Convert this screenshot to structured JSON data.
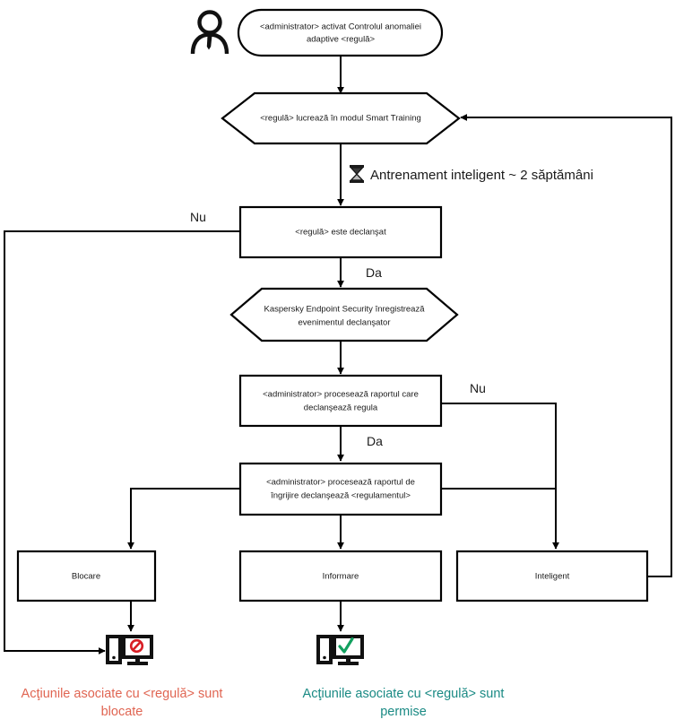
{
  "diagram": {
    "title": "Adaptive Anomaly Control rule lifecycle flowchart",
    "language": "ro",
    "colors": {
      "stroke": "#000000",
      "node_fill": "#ffffff",
      "text": "#1a1a1a",
      "blocked_caption": "#e06552",
      "allowed_caption": "#1a8a84",
      "deny_mark": "#d81f26",
      "check_mark": "#12a05f"
    },
    "actor": {
      "name": "administrator-actor",
      "icon": "person-icon"
    },
    "nodes": [
      {
        "id": "start",
        "shape": "rounded",
        "line1": "<administrator> activat Controlul anomaliei",
        "line2": "adaptive <regulă>"
      },
      {
        "id": "smart-training",
        "shape": "hexagon",
        "line1": "<regulă> lucrează în modul Smart Training",
        "line2": ""
      },
      {
        "id": "rule-triggered",
        "shape": "rect",
        "line1": "<regulă> este declanşat",
        "line2": ""
      },
      {
        "id": "kes-registers",
        "shape": "hexagon",
        "line1": "Kaspersky Endpoint Security înregistrează",
        "line2": "evenimentul declanşator"
      },
      {
        "id": "admin-processes-report",
        "shape": "rect",
        "line1": "<administrator> procesează raportul care",
        "line2": "declanşează regula"
      },
      {
        "id": "admin-processes-care-report",
        "shape": "rect",
        "line1": "<administrator> procesează raportul de",
        "line2": "îngrijire declanşează <regulamentul>"
      },
      {
        "id": "block",
        "shape": "rect",
        "line1": "Blocare",
        "line2": ""
      },
      {
        "id": "inform",
        "shape": "rect",
        "line1": "Informare",
        "line2": ""
      },
      {
        "id": "smart",
        "shape": "rect",
        "line1": "Inteligent",
        "line2": ""
      }
    ],
    "edge_labels": {
      "rule_no": "Nu",
      "rule_yes": "Da",
      "report_no": "Nu",
      "report_yes": "Da"
    },
    "annotation": {
      "icon": "hourglass-icon",
      "text": "Antrenament inteligent ~ 2 săptămâni"
    },
    "outcomes": [
      {
        "id": "blocked",
        "icon": "computer-blocked-icon",
        "caption_line1": "Acţiunile asociate cu <regulă> sunt",
        "caption_line2": "blocate",
        "color": "#e06552"
      },
      {
        "id": "allowed",
        "icon": "computer-allowed-icon",
        "caption_line1": "Acţiunile asociate cu <regulă> sunt",
        "caption_line2": "permise",
        "color": "#1a8a84"
      }
    ]
  }
}
